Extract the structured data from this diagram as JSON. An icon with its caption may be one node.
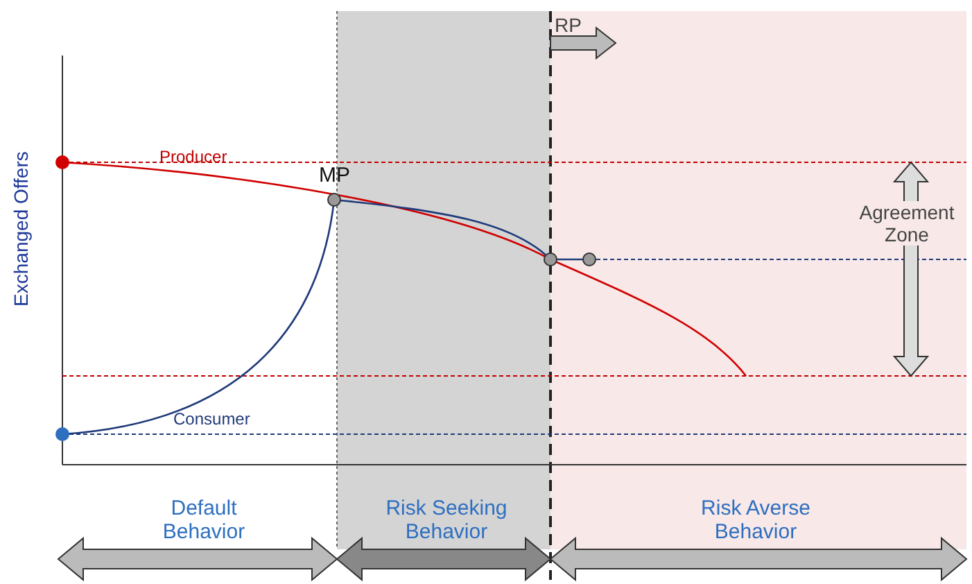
{
  "diagram": {
    "labels": [
      "RP",
      "Producer",
      "MP",
      "Agreement Zone",
      "Exchanged Offers",
      "Consumer",
      "Default Behavior",
      "Risk Seeking Behavior",
      "Risk Averse Behavior"
    ]
  }
}
